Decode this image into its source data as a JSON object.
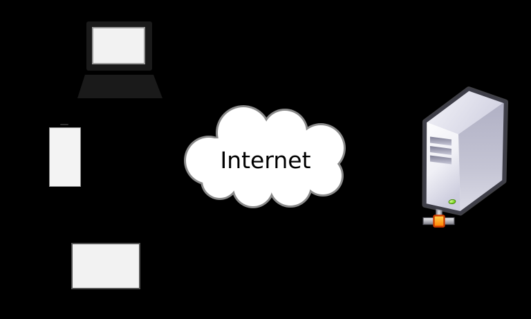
{
  "background_color": "#000000",
  "cloud": {
    "label": "Internet",
    "fill_color": "#ffffff",
    "outline_color": "#8a8a8a",
    "label_color": "#000000"
  },
  "icons": {
    "laptop": "laptop-icon (dark notebook with white screen, css shapes)",
    "smartphone": "smartphone-icon (white screen with earpiece slit, css shapes)",
    "tablet": "tablet-icon (white landscape slab, css shapes)",
    "internet_cloud": "internet-cloud (white cloud with gray outline, svg)",
    "server": "server-icon (3d tower with drive bays, green led, network plug, svg)"
  },
  "colors": {
    "device_body": "#1a1a1a",
    "device_screen": "#f2f2f2",
    "server_outline": "#3e3e48",
    "server_front": "#f4f4f8",
    "server_side": "#bdbdce",
    "server_top": "#e4e4ef",
    "server_led": "#73d216",
    "server_connector_node": "#ff8400",
    "server_connector_pipe": "#b9b9c0"
  }
}
